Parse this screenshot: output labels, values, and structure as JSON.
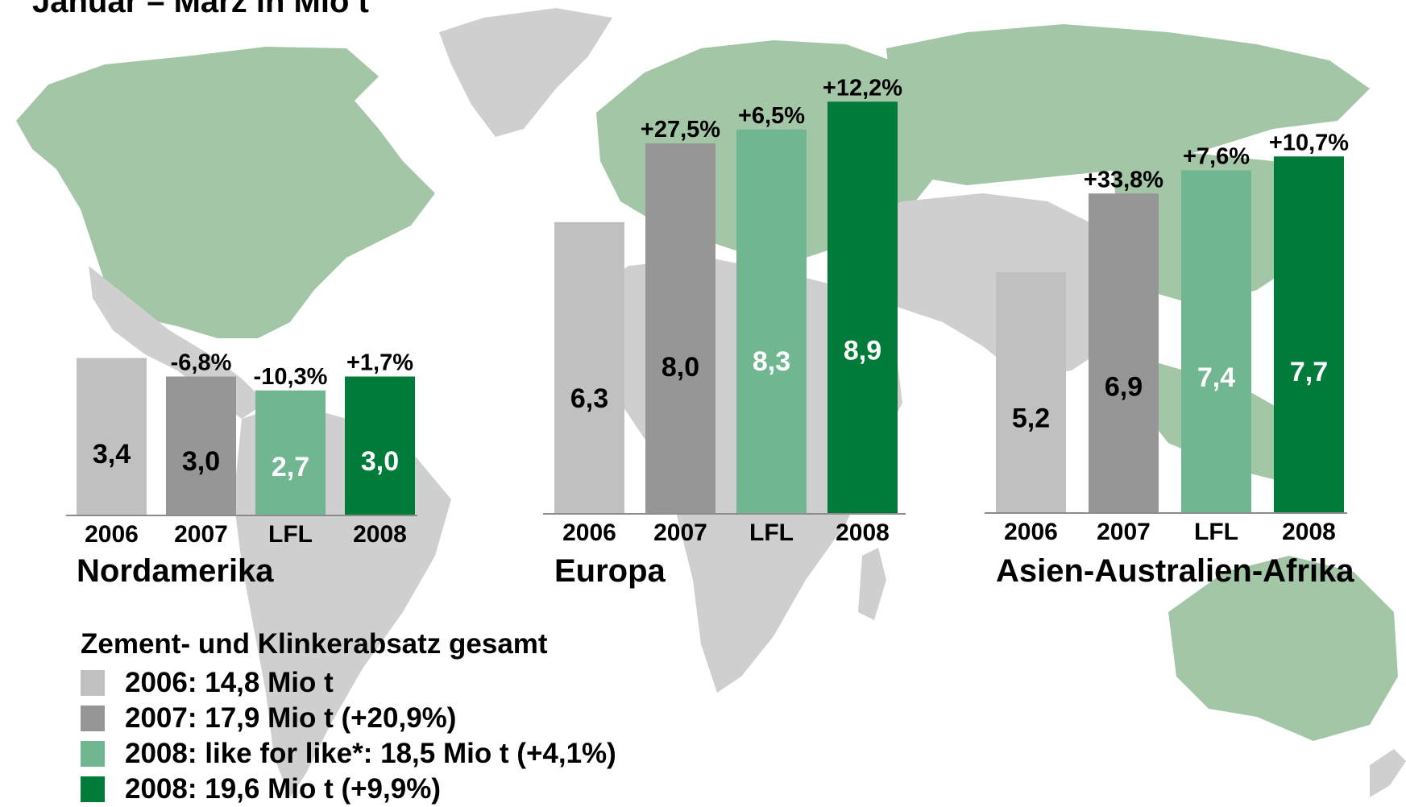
{
  "headline": "Januar – März in Mio t",
  "colors": {
    "c2006": "#c0c0c0",
    "c2007": "#969696",
    "lfl": "#70b690",
    "c2008": "#007b3a",
    "land_green": "#a3c6a6",
    "land_grey": "#cfcfcf"
  },
  "chart_data": [
    {
      "type": "bar",
      "title": "Nordamerika",
      "categories": [
        "2006",
        "2007",
        "LFL",
        "2008"
      ],
      "values": [
        3.4,
        3.0,
        2.7,
        3.0
      ],
      "value_labels": [
        "3,4",
        "3,0",
        "2,7",
        "3,0"
      ],
      "change_labels": [
        "",
        "-6,8%",
        "-10,3%",
        "+1,7%"
      ],
      "ylim": [
        0,
        9.5
      ]
    },
    {
      "type": "bar",
      "title": "Europa",
      "categories": [
        "2006",
        "2007",
        "LFL",
        "2008"
      ],
      "values": [
        6.3,
        8.0,
        8.3,
        8.9
      ],
      "value_labels": [
        "6,3",
        "8,0",
        "8,3",
        "8,9"
      ],
      "change_labels": [
        "",
        "+27,5%",
        "+6,5%",
        "+12,2%"
      ],
      "ylim": [
        0,
        9.5
      ]
    },
    {
      "type": "bar",
      "title": "Asien-Australien-Afrika",
      "categories": [
        "2006",
        "2007",
        "LFL",
        "2008"
      ],
      "values": [
        5.2,
        6.9,
        7.4,
        7.7
      ],
      "value_labels": [
        "5,2",
        "6,9",
        "7,4",
        "7,7"
      ],
      "change_labels": [
        "",
        "+33,8%",
        "+7,6%",
        "+10,7%"
      ],
      "ylim": [
        0,
        9.5
      ]
    }
  ],
  "legend": {
    "title": "Zement- und Klinkerabsatz gesamt",
    "items": [
      "2006: 14,8 Mio t",
      "2007: 17,9 Mio t (+20,9%)",
      "2008: like for like*:  18,5 Mio t (+4,1%)",
      "2008: 19,6 Mio t (+9,9%)"
    ]
  }
}
